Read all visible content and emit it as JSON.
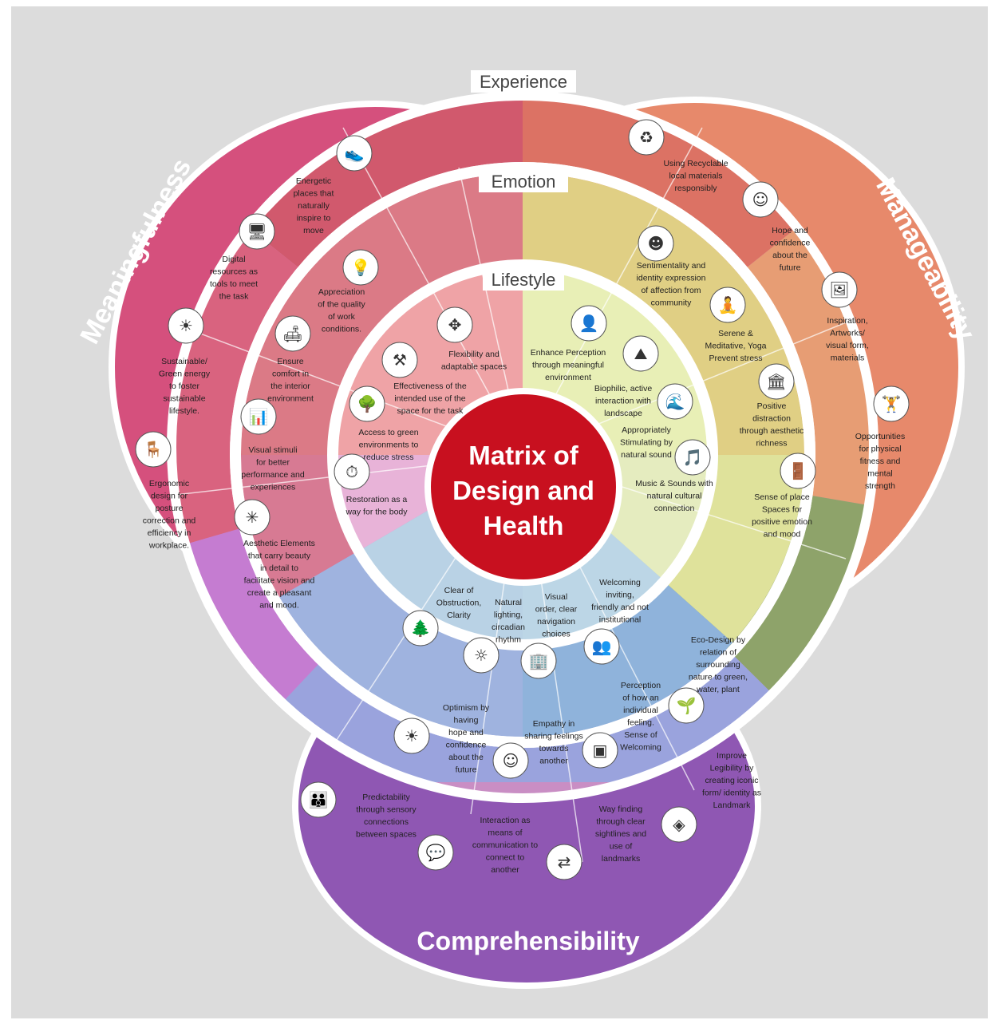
{
  "diagram": {
    "center_title_lines": [
      "Matrix of",
      "Design and",
      "Health"
    ],
    "rings": {
      "outer": "Experience",
      "middle": "Emotion",
      "inner": "Lifestyle"
    },
    "petals": {
      "left": "Meaningfulness",
      "right": "Manageability",
      "bottom": "Comprehensibility"
    },
    "colors": {
      "center": "#c8101f",
      "meaningfulness": "#d6547f",
      "manageability": "#e5876a",
      "comprehensibility": "#8f57b3",
      "experience_top": "#d96e67",
      "green": "#8ea36a",
      "blue": "#86a8d3",
      "lavender": "#a9a0dd"
    },
    "items": [
      {
        "id": "energetic",
        "icon": "shoe-icon",
        "glyph": "👟",
        "lines": [
          "Energetic",
          "places that",
          "naturally",
          "inspire to",
          "move"
        ]
      },
      {
        "id": "digital",
        "icon": "monitor-icon",
        "glyph": "🖥",
        "lines": [
          "Digital",
          "resources as",
          "tools to meet",
          "the task"
        ]
      },
      {
        "id": "sustainable",
        "icon": "solar-panel-icon",
        "glyph": "☀",
        "lines": [
          "Sustainable/",
          "Green energy",
          "to foster",
          "sustainable",
          "lifestyle."
        ]
      },
      {
        "id": "ergonomic",
        "icon": "chair-icon",
        "glyph": "🪑",
        "lines": [
          "Ergonomic",
          "design for",
          "posture",
          "correction and",
          "efficiency in",
          "workplace."
        ]
      },
      {
        "id": "appreciation",
        "icon": "lightbulb-icon",
        "glyph": "💡",
        "lines": [
          "Appreciation",
          "of the quality",
          "of work",
          "conditions."
        ]
      },
      {
        "id": "comfort",
        "icon": "lamp-sofa-icon",
        "glyph": "🛋",
        "lines": [
          "Ensure",
          "comfort in",
          "the interior",
          "environment"
        ]
      },
      {
        "id": "visual-stimuli",
        "icon": "presentation-icon",
        "glyph": "📊",
        "lines": [
          "Visual stimuli",
          "for better",
          "performance and",
          "experiences"
        ]
      },
      {
        "id": "aesthetic",
        "icon": "sparkle-icon",
        "glyph": "✳",
        "lines": [
          "Aesthetic Elements",
          "that carry beauty",
          "in detail to",
          "facilitate vision and",
          "create a pleasant",
          "and mood."
        ]
      },
      {
        "id": "flexibility",
        "icon": "arrows-icon",
        "glyph": "✥",
        "lines": [
          "Flexibility and",
          "adaptable spaces"
        ]
      },
      {
        "id": "effectiveness",
        "icon": "tools-icon",
        "glyph": "⚒",
        "lines": [
          "Effectiveness of the",
          "intended use of the",
          "space for the task"
        ]
      },
      {
        "id": "access-green",
        "icon": "park-icon",
        "glyph": "🌳",
        "lines": [
          "Access to green",
          "environments to",
          "reduce stress"
        ]
      },
      {
        "id": "restoration",
        "icon": "timer-icon",
        "glyph": "⏱",
        "lines": [
          "Restoration as a",
          "way for the body"
        ]
      },
      {
        "id": "recyclable",
        "icon": "recycle-icon",
        "glyph": "♻",
        "lines": [
          "Using Recyclable",
          "local materials",
          "responsibly"
        ]
      },
      {
        "id": "hope-future",
        "icon": "mind-icon",
        "glyph": "☺",
        "lines": [
          "Hope and",
          "confidence",
          "about the",
          "future"
        ]
      },
      {
        "id": "inspiration",
        "icon": "artwork-icon",
        "glyph": "🖼",
        "lines": [
          "Inspiration,",
          "Artworks/",
          "visual form,",
          "materials"
        ]
      },
      {
        "id": "opportunities",
        "icon": "fitness-icon",
        "glyph": "🏋",
        "lines": [
          "Opportunities",
          "for physical",
          "fitness and",
          "mental",
          "strength"
        ]
      },
      {
        "id": "sentimentality",
        "icon": "faces-icon",
        "glyph": "☻",
        "lines": [
          "Sentimentality and",
          "identity expression",
          "of affection from",
          "community"
        ]
      },
      {
        "id": "serene",
        "icon": "yoga-icon",
        "glyph": "🧘",
        "lines": [
          "Serene &",
          "Meditative, Yoga",
          "Prevent stress"
        ]
      },
      {
        "id": "positive-distraction",
        "icon": "gallery-icon",
        "glyph": "🏛",
        "lines": [
          "Positive",
          "distraction",
          "through aesthetic",
          "richness"
        ]
      },
      {
        "id": "sense-place",
        "icon": "doorway-icon",
        "glyph": "🚪",
        "lines": [
          "Sense of place",
          "Spaces for",
          "positive emotion",
          "and mood"
        ]
      },
      {
        "id": "enhance-perception",
        "icon": "person-desk-icon",
        "glyph": "👤",
        "lines": [
          "Enhance Perception",
          "through meaningful",
          "environment"
        ]
      },
      {
        "id": "biophilic",
        "icon": "landscape-icon",
        "glyph": "⛰",
        "lines": [
          "Biophilic, active",
          "interaction with",
          "landscape"
        ]
      },
      {
        "id": "stimulating-sound",
        "icon": "waves-icon",
        "glyph": "🌊",
        "lines": [
          "Appropriately",
          "Stimulating by",
          "natural sound"
        ]
      },
      {
        "id": "music",
        "icon": "music-icon",
        "glyph": "🎵",
        "lines": [
          "Music & Sounds with",
          "natural cultural",
          "connection"
        ]
      },
      {
        "id": "clear-obstruction",
        "icon": "tree-icon",
        "glyph": "🌲",
        "lines": [
          "Clear of",
          "Obstruction,",
          "Clarity"
        ]
      },
      {
        "id": "natural-lighting",
        "icon": "sun-icon",
        "glyph": "☼",
        "lines": [
          "Natural",
          "lighting,",
          "circadian",
          "rhythm"
        ]
      },
      {
        "id": "visual-order",
        "icon": "building-icon",
        "glyph": "🏢",
        "lines": [
          "Visual",
          "order, clear",
          "navigation",
          "choices"
        ]
      },
      {
        "id": "welcoming",
        "icon": "people-icon",
        "glyph": "👥",
        "lines": [
          "Welcoming",
          "inviting,",
          "friendly and not",
          "institutional"
        ]
      },
      {
        "id": "eco-design",
        "icon": "hands-plant-icon",
        "glyph": "🌱",
        "lines": [
          "Eco-Design by",
          "relation of",
          "surrounding",
          "nature to green,",
          "water, plant"
        ]
      },
      {
        "id": "perception-feeling",
        "icon": "door-icon",
        "glyph": "▣",
        "lines": [
          "Perception",
          "of how an",
          "individual",
          "feeling.",
          "Sense of",
          "Welcoming"
        ]
      },
      {
        "id": "empathy",
        "icon": "head-icon",
        "glyph": "☺",
        "lines": [
          "Empathy in",
          "sharing feelings",
          "towards",
          "another"
        ]
      },
      {
        "id": "optimism",
        "icon": "thinking-icon",
        "glyph": "☀",
        "lines": [
          "Optimism by",
          "having",
          "hope and",
          "confidence",
          "about the",
          "future"
        ]
      },
      {
        "id": "predictability",
        "icon": "group-icon",
        "glyph": "👪",
        "lines": [
          "Predictability",
          "through sensory",
          "connections",
          "between spaces"
        ]
      },
      {
        "id": "interaction",
        "icon": "conversation-icon",
        "glyph": "💬",
        "lines": [
          "Interaction as",
          "means of",
          "communication to",
          "connect to",
          "another"
        ]
      },
      {
        "id": "wayfinding",
        "icon": "signpost-icon",
        "glyph": "⇄",
        "lines": [
          "Way finding",
          "through clear",
          "sightlines and",
          "use of",
          "landmarks"
        ]
      },
      {
        "id": "legibility",
        "icon": "landmark-icon",
        "glyph": "◈",
        "lines": [
          "Improve",
          "Legibility by",
          "creating iconic",
          "form/ identity as",
          "Landmark"
        ]
      }
    ]
  }
}
